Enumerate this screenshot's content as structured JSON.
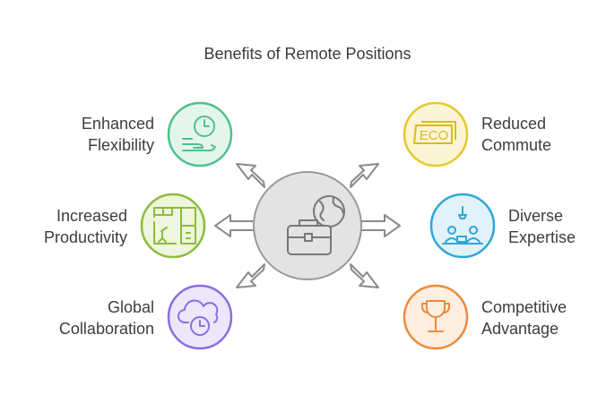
{
  "title": "Benefits of Remote Positions",
  "center": {
    "icon": "briefcase-globe-icon"
  },
  "benefits": [
    {
      "line1": "Enhanced",
      "line2": "Flexibility",
      "icon": "clock-hand-icon",
      "color": "#4fc08d",
      "fill": "#e4f6ec"
    },
    {
      "line1": "Increased",
      "line2": "Productivity",
      "icon": "floor-plan-icon",
      "color": "#8cbc3c",
      "fill": "#eef6dd"
    },
    {
      "line1": "Global",
      "line2": "Collaboration",
      "icon": "cloud-clock-icon",
      "color": "#8a6ee0",
      "fill": "#ece7fb"
    },
    {
      "line1": "Reduced",
      "line2": "Commute",
      "icon": "eco-sign-icon",
      "eco_text": "ECO",
      "color": "#e5c92a",
      "fill": "#fbf5d6"
    },
    {
      "line1": "Diverse",
      "line2": "Expertise",
      "icon": "team-desk-icon",
      "color": "#2ea6d8",
      "fill": "#e1f2fa"
    },
    {
      "line1": "Competitive",
      "line2": "Advantage",
      "icon": "trophy-icon",
      "color": "#ee8a3c",
      "fill": "#fdeee0"
    }
  ]
}
